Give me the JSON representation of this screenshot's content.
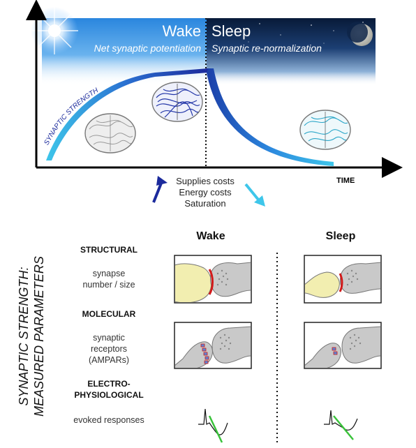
{
  "top": {
    "wake_title": "Wake",
    "wake_subtitle": "Net synaptic potentiation",
    "sleep_title": "Sleep",
    "sleep_subtitle": "Synaptic re-normalization",
    "curve_label": "SYNAPTIC STRENGTH",
    "x_axis_label": "TIME",
    "costs": [
      "Supplies costs",
      "Energy costs",
      "Saturation"
    ]
  },
  "bottom": {
    "side_title_line1": "SYNAPTIC STRENGTH:",
    "side_title_line2": "MEASURED PARAMETERS",
    "col_wake": "Wake",
    "col_sleep": "Sleep",
    "rows": [
      {
        "category": "STRUCTURAL",
        "detail": [
          "synapse",
          "number / size"
        ]
      },
      {
        "category": "MOLECULAR",
        "detail": [
          "synaptic",
          "receptors",
          "(AMPARs)"
        ]
      },
      {
        "category_lines": [
          "ELECTRO-",
          "PHYSIOLOGICAL"
        ],
        "detail": [
          "evoked responses"
        ]
      }
    ]
  },
  "colors": {
    "sky_blue": "#2f8fe0",
    "night": "#0b1e3d",
    "curve_dark": "#1a2a9a",
    "curve_light": "#3ec6ea",
    "yellow_synapse": "#f2eeb0",
    "red_cleft": "#d21a1a",
    "trace_green": "#39c23a"
  }
}
